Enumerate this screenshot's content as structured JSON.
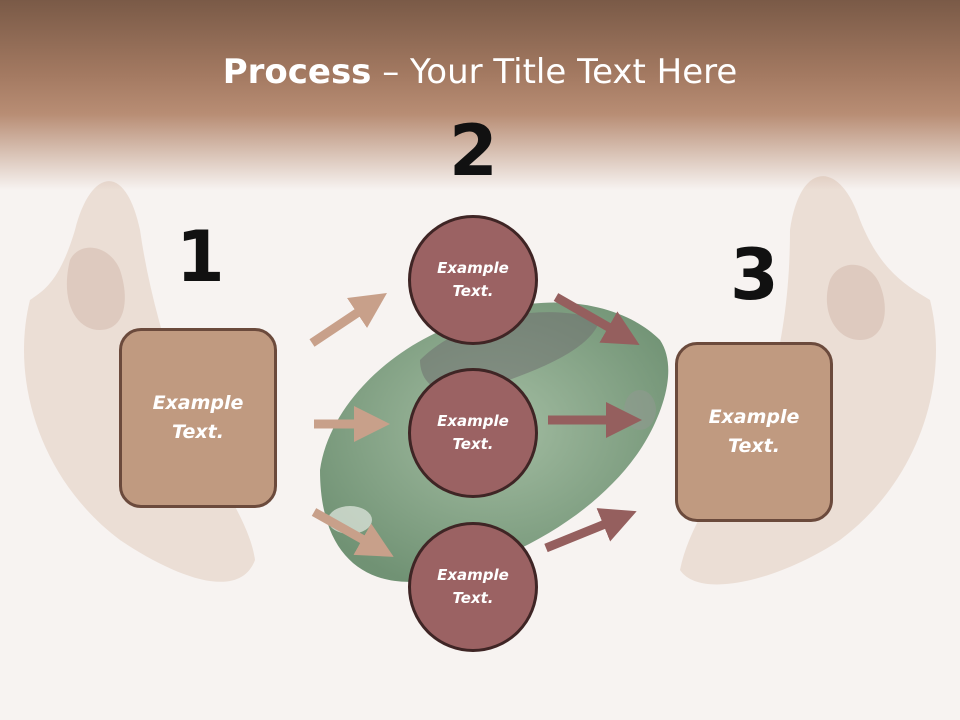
{
  "title": {
    "bold": "Process",
    "rest": " – Your Title Text Here"
  },
  "steps": [
    {
      "number": "1",
      "text": "Example\nText."
    },
    {
      "number": "2",
      "text": "Example\nText."
    },
    {
      "number": "3",
      "text": "Example\nText."
    }
  ],
  "circles": [
    {
      "text": "Example\nText."
    },
    {
      "text": "Example\nText."
    },
    {
      "text": "Example\nText."
    }
  ],
  "colors": {
    "box_fill": "#c09a80",
    "circle_fill": "#9b6263",
    "arrow_light": "#c8a08a",
    "arrow_dark": "#955f5e",
    "header": "#a47a62"
  }
}
